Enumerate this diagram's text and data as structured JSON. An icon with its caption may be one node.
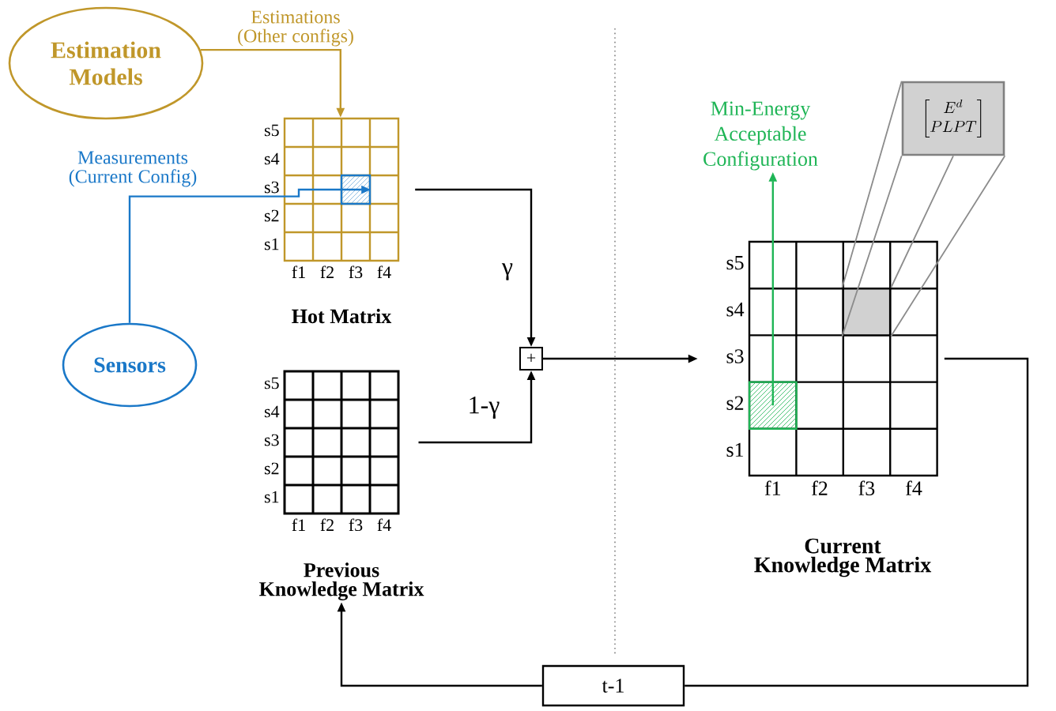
{
  "diagram": {
    "nodes": [
      {
        "text": [
          "Estimation Models"
        ]
      },
      {
        "text": [
          "Sensors"
        ]
      },
      {
        "text": [
          "Hot Matrix"
        ],
        "beside": [
          "s5",
          "s4",
          "s3",
          "s2",
          "s1",
          "f1",
          "f2",
          "f3",
          "f4"
        ]
      },
      {
        "text": [],
        "shape": "box",
        "in": 2
      },
      {
        "text": [
          "Previous Knowledge Matrix"
        ],
        "beside": [
          "s5",
          "s4",
          "s3",
          "s2",
          "s1",
          "f1",
          "f2",
          "f3",
          "f4"
        ]
      },
      {
        "text": [
          "+"
        ]
      },
      {
        "text": [
          "Current Knowledge Matrix"
        ],
        "beside": [
          "s5",
          "s4",
          "s3",
          "s2",
          "s1",
          "f1",
          "f2",
          "f3",
          "f4"
        ]
      },
      {
        "text": [],
        "shape": "box",
        "in": 6
      },
      {
        "text": [],
        "shape": "box",
        "in": 6
      },
      {
        "text": [
          "\\begin{bmatrix}E^d\\\\PLPT\\end{bmatrix}"
        ]
      },
      {
        "text": [
          "t-1"
        ]
      },
      {
        "text": [
          "Min-Energy Acceptable Configuration"
        ]
      }
    ],
    "edges": [
      {
        "from": 0,
        "to": 2,
        "arrow": "to",
        "label": "Estimations (Other configs)",
        "color": "#c0972a"
      },
      {
        "from": 1,
        "to": 3,
        "arrow": "to",
        "label": "Measurements (Current Config)",
        "color": "#1a78c8"
      },
      {
        "from": 2,
        "to": 5,
        "arrow": "to",
        "label": "γ"
      },
      {
        "from": 4,
        "to": 5,
        "arrow": "to",
        "label": "1-γ"
      },
      {
        "from": 5,
        "to": 6,
        "arrow": "to"
      },
      {
        "from": 6,
        "to": 10,
        "arrow": "none"
      },
      {
        "from": 10,
        "to": 4,
        "arrow": "to"
      },
      {
        "from": 7,
        "to": 11,
        "arrow": "to",
        "color": "#1fb556"
      },
      {
        "from": 8,
        "to": 9,
        "arrow": "none",
        "color": "#8c8c8c"
      }
    ]
  }
}
